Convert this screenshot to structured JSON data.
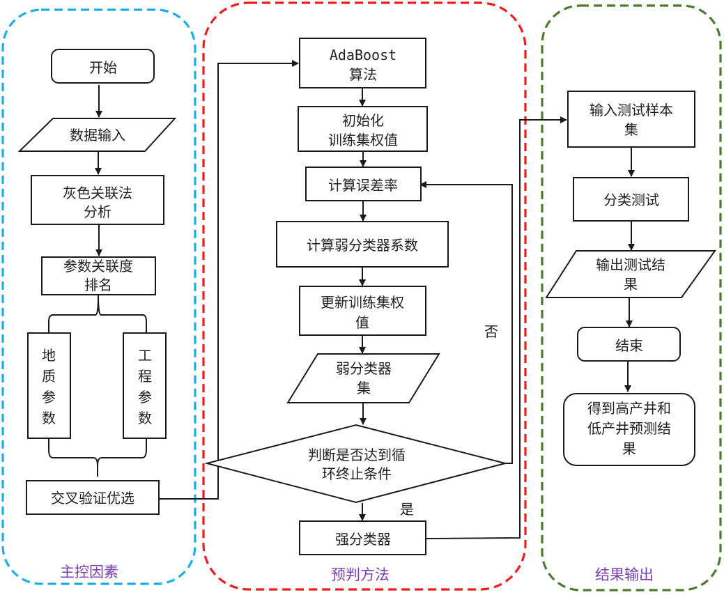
{
  "colors": {
    "group_control": "#1aaee5",
    "group_method": "#ee1c1c",
    "group_output": "#4c7a2a",
    "group_label": "#7a3db0",
    "line": "#1a1a1a"
  },
  "groups": {
    "control": {
      "label": "主控因素"
    },
    "method": {
      "label": "预判方法"
    },
    "output": {
      "label": "结果输出"
    }
  },
  "control": {
    "start": [
      "开始"
    ],
    "data_input": [
      "数据输入"
    ],
    "grey_relational": [
      "灰色关联法",
      "分析"
    ],
    "ranking": [
      "参数关联度",
      "排名"
    ],
    "geo_params": [
      "地",
      "质",
      "参",
      "数"
    ],
    "eng_params": [
      "工",
      "程",
      "参",
      "数"
    ],
    "cross_validation": [
      "交叉验证优选"
    ]
  },
  "method": {
    "adaboost": [
      "AdaBoost",
      "算法"
    ],
    "init_weights": [
      "初始化",
      "训练集权值"
    ],
    "error_rate": [
      "计算误差率"
    ],
    "weak_coef": [
      "计算弱分类器系数"
    ],
    "update_weights": [
      "更新训练集权",
      "值"
    ],
    "weak_set": [
      "弱分类器",
      "集"
    ],
    "decision": [
      "判断是否达到循",
      "环终止条件"
    ],
    "strong": [
      "强分类器"
    ],
    "label_no": "否",
    "label_yes": "是"
  },
  "output": {
    "test_input": [
      "输入测试样本",
      "集"
    ],
    "classify_test": [
      "分类测试"
    ],
    "test_output": [
      "输出测试结",
      "果"
    ],
    "end": [
      "结束"
    ],
    "result": [
      "得到高产井和",
      "低产井预测结",
      "果"
    ]
  }
}
